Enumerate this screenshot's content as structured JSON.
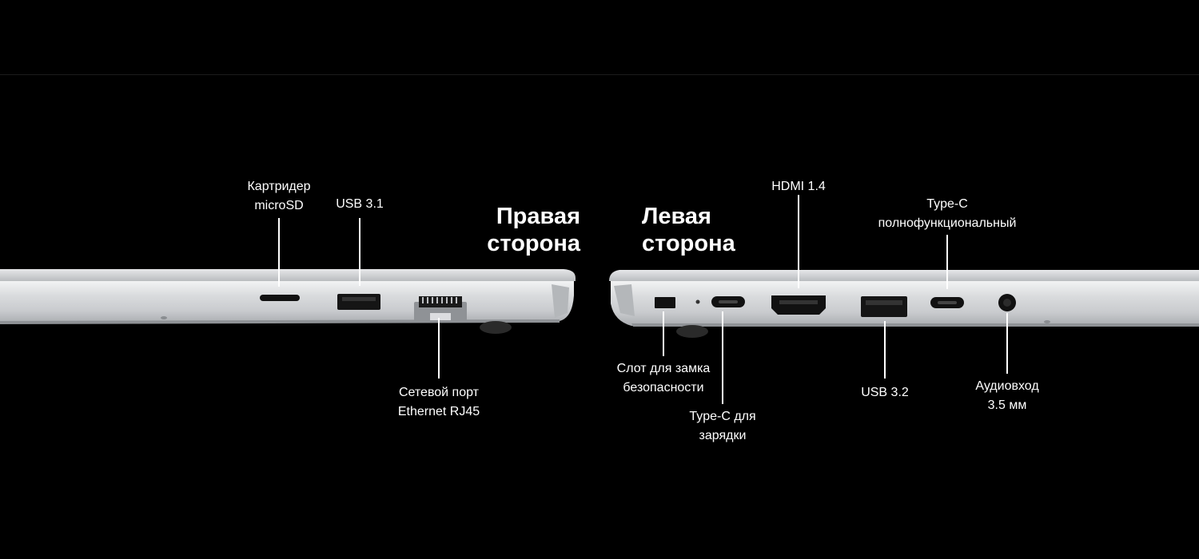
{
  "right_side": {
    "heading": [
      "Правая",
      "сторона"
    ],
    "ports": [
      {
        "lines": [
          "Картридер",
          "microSD"
        ]
      },
      {
        "lines": [
          "USB 3.1"
        ]
      },
      {
        "lines": [
          "Сетевой порт",
          "Ethernet RJ45"
        ]
      }
    ]
  },
  "left_side": {
    "heading": [
      "Левая",
      "сторона"
    ],
    "ports": [
      {
        "lines": [
          "HDMI 1.4"
        ]
      },
      {
        "lines": [
          "Type-C",
          "полнофункциональный"
        ]
      },
      {
        "lines": [
          "Слот для замка",
          "безопасности"
        ]
      },
      {
        "lines": [
          "Type-C для",
          "зарядки"
        ]
      },
      {
        "lines": [
          "USB 3.2"
        ]
      },
      {
        "lines": [
          "Аудиовход",
          "3.5 мм"
        ]
      }
    ]
  },
  "colors": {
    "background": "#000000",
    "chassis": "#cfd1d3",
    "chassis_light": "#e8e9ea",
    "port": "#111111",
    "text": "#ffffff"
  }
}
